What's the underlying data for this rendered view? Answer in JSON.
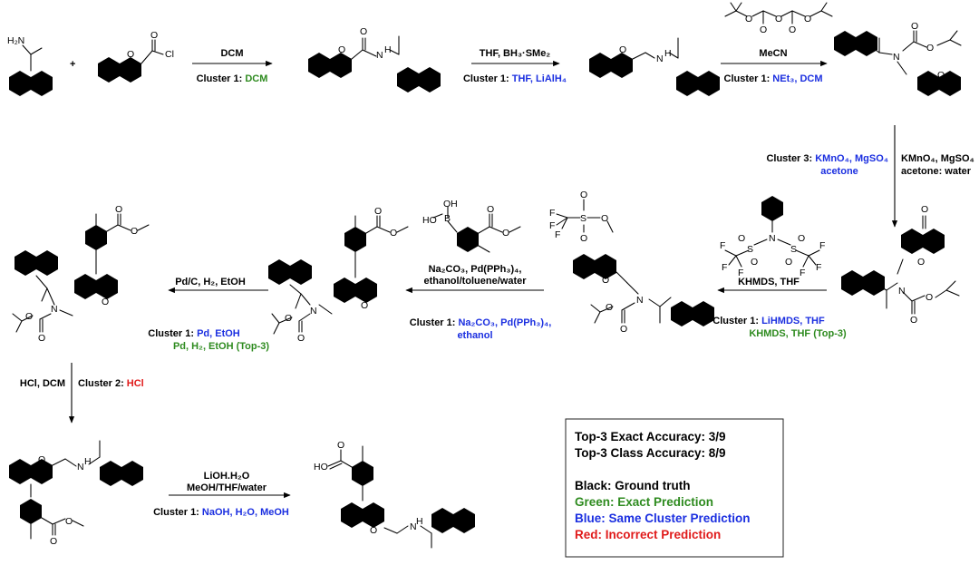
{
  "colors": {
    "ground_truth": "#000000",
    "exact": "#2e8b1f",
    "same_cluster": "#1b2fe0",
    "incorrect": "#e01b1b"
  },
  "steps": [
    {
      "id": "s1",
      "conditions": [
        "DCM"
      ],
      "prediction": [
        {
          "prefix": "Cluster 1: ",
          "text": "DCM",
          "kind": "exact"
        }
      ]
    },
    {
      "id": "s2",
      "conditions": [
        "THF, BH₃·SMe₂"
      ],
      "prediction": [
        {
          "prefix": "Cluster 1: ",
          "text": "THF, LiAlH₄",
          "kind": "same_cluster"
        }
      ]
    },
    {
      "id": "s3",
      "conditions": [
        "MeCN"
      ],
      "prediction": [
        {
          "prefix": "Cluster 1: ",
          "text": "NEt₃, DCM",
          "kind": "same_cluster"
        }
      ]
    },
    {
      "id": "s4",
      "conditions": [
        "KMnO₄, MgSO₄",
        "acetone: water"
      ],
      "prediction": [
        {
          "prefix": "Cluster 3: ",
          "text": "KMnO₄, MgSO₄",
          "kind": "same_cluster"
        },
        {
          "prefix": "",
          "text": "acetone",
          "kind": "same_cluster"
        }
      ]
    },
    {
      "id": "s5",
      "conditions": [
        "KHMDS, THF"
      ],
      "prediction": [
        {
          "prefix": "Cluster 1: ",
          "text": "LiHMDS, THF",
          "kind": "same_cluster"
        },
        {
          "prefix": "",
          "text": "KHMDS, THF (Top-3)",
          "kind": "exact"
        }
      ]
    },
    {
      "id": "s6",
      "conditions": [
        "Na₂CO₃, Pd(PPh₃)₄,",
        "ethanol/toluene/water"
      ],
      "prediction": [
        {
          "prefix": "Cluster 1: ",
          "text": "Na₂CO₃, Pd(PPh₃)₄,",
          "kind": "same_cluster"
        },
        {
          "prefix": "",
          "text": "ethanol",
          "kind": "same_cluster"
        }
      ]
    },
    {
      "id": "s7",
      "conditions": [
        "Pd/C, H₂, EtOH"
      ],
      "prediction": [
        {
          "prefix": "Cluster 1: ",
          "text": "Pd, EtOH",
          "kind": "same_cluster"
        },
        {
          "prefix": "",
          "text": "Pd, H₂, EtOH (Top-3)",
          "kind": "exact"
        }
      ]
    },
    {
      "id": "s8",
      "conditions": [
        "HCl, DCM"
      ],
      "prediction": [
        {
          "prefix": "Cluster 2: ",
          "text": "HCl",
          "kind": "incorrect"
        }
      ]
    },
    {
      "id": "s9",
      "conditions": [
        "LiOH.H₂O",
        "MeOH/THF/water"
      ],
      "prediction": [
        {
          "prefix": "Cluster 1: ",
          "text": "NaOH, H₂O, MeOH",
          "kind": "same_cluster"
        }
      ]
    }
  ],
  "reagent_atoms": {
    "amine": "H₂N",
    "acyl_chloride": [
      "O",
      "O",
      "Cl"
    ],
    "boc_anhydride": [
      "O",
      "O",
      "O",
      "O",
      "O"
    ],
    "triflimide": [
      "N",
      "S",
      "S",
      "O",
      "O",
      "O",
      "O",
      "F",
      "F",
      "F",
      "F",
      "F",
      "F"
    ],
    "boronic": [
      "B",
      "OH",
      "HO",
      "O",
      "O"
    ]
  },
  "molecule_atoms": {
    "amide": [
      "O",
      "O",
      "N",
      "H"
    ],
    "amine2": [
      "O",
      "N",
      "H"
    ],
    "boc_amine": [
      "N",
      "O",
      "O",
      "O"
    ],
    "chromanone": [
      "O",
      "O",
      "N",
      "O",
      "O"
    ],
    "enol_triflate": [
      "F",
      "F",
      "F",
      "S",
      "O",
      "O",
      "O",
      "O",
      "N",
      "O",
      "O"
    ],
    "aryl_chromene": [
      "N",
      "O",
      "O",
      "O",
      "O",
      "O"
    ],
    "aryl_chroman_boc": [
      "N",
      "O",
      "O",
      "O",
      "O",
      "O"
    ],
    "deboc_amine": [
      "O",
      "N",
      "H",
      "O",
      "O"
    ],
    "final_acid": [
      "HO",
      "O",
      "O",
      "N",
      "H"
    ],
    "plus": "+"
  },
  "legend": {
    "top3_exact": "Top-3 Exact Accuracy: 3/9",
    "top3_class": "Top-3 Class Accuracy: 8/9",
    "items": [
      {
        "text": "Black: Ground truth",
        "kind": "ground_truth"
      },
      {
        "text": "Green: Exact Prediction",
        "kind": "exact"
      },
      {
        "text": "Blue: Same Cluster Prediction",
        "kind": "same_cluster"
      },
      {
        "text": "Red: Incorrect Prediction",
        "kind": "incorrect"
      }
    ]
  }
}
